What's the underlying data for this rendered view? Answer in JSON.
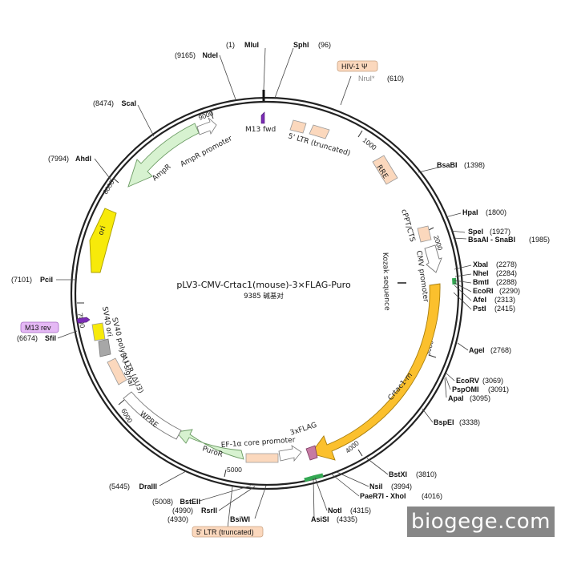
{
  "plasmid": {
    "name": "pLV3-CMV-Crtac1(mouse)-3×FLAG-Puro",
    "length": "9385 碱基对"
  },
  "watermark": "biogege.com",
  "ticks": [
    "1000",
    "2000",
    "3000",
    "4000",
    "5000",
    "6000",
    "7000",
    "8000",
    "9000"
  ],
  "features": [
    {
      "label": "M13 fwd"
    },
    {
      "label": "5' LTR (truncated)"
    },
    {
      "label": "RRE"
    },
    {
      "label": "cPPT/CTS"
    },
    {
      "label": "CMV promoter"
    },
    {
      "label": "Kozak sequence"
    },
    {
      "label": "Crtac1-m"
    },
    {
      "label": "3xFLAG"
    },
    {
      "label": "EF-1α core promoter"
    },
    {
      "label": "PuroR"
    },
    {
      "label": "WPRE"
    },
    {
      "label": "3' LTR (ΔU3)"
    },
    {
      "label": "SV40 poly(A) signal"
    },
    {
      "label": "SV40 ori"
    },
    {
      "label": "ori"
    },
    {
      "label": "AmpR"
    },
    {
      "label": "AmpR promoter"
    }
  ],
  "sites": [
    {
      "name": "MluI",
      "pos": "(1)"
    },
    {
      "name": "SphI",
      "pos": "(96)"
    },
    {
      "name": "HIV-1 Ψ",
      "pos": ""
    },
    {
      "name": "NruI*",
      "pos": "(610)"
    },
    {
      "name": "BsaBI",
      "pos": "(1398)"
    },
    {
      "name": "HpaI",
      "pos": "(1800)"
    },
    {
      "name": "SpeI",
      "pos": "(1927)"
    },
    {
      "name": "BsaAI - SnaBI",
      "pos": "(1985)"
    },
    {
      "name": "XbaI",
      "pos": "(2278)"
    },
    {
      "name": "NheI",
      "pos": "(2284)"
    },
    {
      "name": "BmtI",
      "pos": "(2288)"
    },
    {
      "name": "EcoRI",
      "pos": "(2290)"
    },
    {
      "name": "AfeI",
      "pos": "(2313)"
    },
    {
      "name": "PstI",
      "pos": "(2415)"
    },
    {
      "name": "AgeI",
      "pos": "(2768)"
    },
    {
      "name": "EcoRV",
      "pos": "(3069)"
    },
    {
      "name": "PspOMI",
      "pos": "(3091)"
    },
    {
      "name": "ApaI",
      "pos": "(3095)"
    },
    {
      "name": "BspEI",
      "pos": "(3338)"
    },
    {
      "name": "BstXI",
      "pos": "(3810)"
    },
    {
      "name": "NsiI",
      "pos": "(3994)"
    },
    {
      "name": "PaeR7I - XhoI",
      "pos": "(4016)"
    },
    {
      "name": "NotI",
      "pos": "(4315)"
    },
    {
      "name": "AsiSI",
      "pos": "(4335)"
    },
    {
      "name": "BsiWI",
      "pos": "(4930)"
    },
    {
      "name": "RsrII",
      "pos": "(4990)"
    },
    {
      "name": "BstEII",
      "pos": "(5008)"
    },
    {
      "name": "DraIII",
      "pos": "(5445)"
    },
    {
      "name": "SfiI",
      "pos": "(6674)"
    },
    {
      "name": "M13 rev",
      "pos": ""
    },
    {
      "name": "PciI",
      "pos": "(7101)"
    },
    {
      "name": "AhdI",
      "pos": "(7994)"
    },
    {
      "name": "ScaI",
      "pos": "(8474)"
    },
    {
      "name": "NdeI",
      "pos": "(9165)"
    },
    {
      "name": "5' LTR (truncated)",
      "pos": ""
    }
  ]
}
